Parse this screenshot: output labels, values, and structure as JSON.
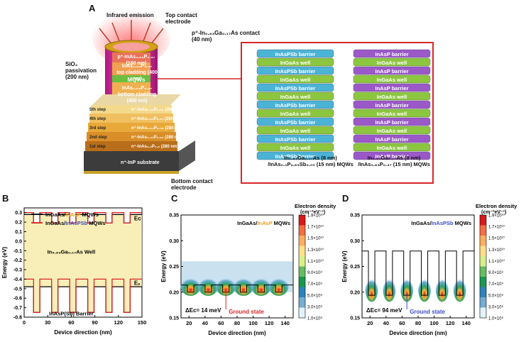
{
  "panel_labels": {
    "a": "A",
    "b": "B",
    "c": "C",
    "d": "D"
  },
  "panel_a": {
    "infrared": "Infrared emission",
    "top_contact": "Top contact electrode",
    "contact_layer": "p⁺-In₀.₈₃Ga₀.₁₇As contact (40 nm)",
    "p_layer_name": "p⁺-InAs₀.₆₃P₀.₃₇",
    "p_layer_thk": "(160 nm)",
    "top_clad_name": "InAs₀.₆₃P₀.₃₇",
    "top_clad_desc": "top cladding (400 nm)",
    "mqws": "MQWs",
    "bot_clad_name": "InAs₀.₆₃P₀.₃₇",
    "bot_clad_desc": "bottom cladding (400 nm)",
    "sio2": "SiO₂ passivation (200 nm)",
    "steps": [
      "5th step",
      "4th step",
      "3rd step",
      "2nd step",
      "1st step"
    ],
    "step_layers": [
      "n⁺-InAs₀.₆₆P₀.₃₄ (280 nm)",
      "n⁺-InAs₀.₆₃P₀.₃₇ (280 nm)",
      "n⁺-InAs₀.₅₄P₀.₄₆ (280 nm)",
      "n⁺-InAs₀.₄₀P₀.₆₀ (280 nm)",
      "n⁺-InAs₀.₂P₀.₈ (280 nm)"
    ],
    "substrate": "n⁺-InP substrate",
    "bottom_contact": "Bottom contact electrode",
    "stack1": {
      "rows": [
        "InAsPSb barrier",
        "InGaAs well",
        "InAsPSb barrier",
        "InGaAs well",
        "InAsPSb barrier",
        "InGaAs well",
        "InAsPSb barrier",
        "InGaAs well",
        "InAsPSb barrier",
        "InGaAs well",
        "InAsPSb barrier",
        "InGaAs well",
        "InAsPSb barrier"
      ],
      "caption1": "In₀.₈₃Ga₀.₁₇As (8 nm)",
      "caption2": "/InAs₀.₃P₀.₆₅Sb₀.₀₅ (15 nm) MQWs"
    },
    "stack2": {
      "rows": [
        "InAsP barrier",
        "InGaAs well",
        "InAsP barrier",
        "InGaAs well",
        "InAsP barrier",
        "InGaAs well",
        "InAsP barrier",
        "InGaAs well",
        "InAsP barrier",
        "InGaAs well",
        "InAsP barrier",
        "InGaAs well",
        "InAsP barrier"
      ],
      "caption1": "In₀.₈₃Ga₀.₁₇As (8 nm)",
      "caption2": "/InAs₀.₆₃P₀.₃₇ (15 nm) MQWs"
    },
    "colors": {
      "stack1": "#4bb3d6",
      "stack2": "#9b59c8",
      "well": "#8cc63f"
    }
  },
  "chart_data": [
    {
      "type": "line",
      "panel": "B",
      "xlabel": "Device direction (nm)",
      "ylabel": "Energy (eV)",
      "xlim": [
        0,
        150
      ],
      "ylim": [
        -0.8,
        0.35
      ],
      "xticks": [
        0,
        30,
        60,
        90,
        120,
        150
      ],
      "yticks": [
        0.3,
        0.2,
        0.1,
        0.0,
        -0.1,
        -0.2,
        -0.3,
        -0.4,
        -0.5,
        -0.6,
        -0.7,
        -0.8
      ],
      "ytick_labels": [
        "0.3",
        "0.2",
        "0.1",
        "0.0",
        "-0.1",
        "-0.2",
        "-0.3",
        "-0.4",
        "-0.5",
        "-0.6",
        "-0.7",
        "-0.8"
      ],
      "legend": [
        {
          "text_parts": [
            "InGaAs/",
            "InAsP",
            " MQWs"
          ],
          "color": "#000000",
          "accent": "#f39c12"
        },
        {
          "text_parts": [
            "InGaAs/",
            "InAsPSb",
            " MQWs"
          ],
          "color": "#d62728",
          "accent": "#3b4cc0"
        }
      ],
      "well_label": "In₀.₈₃Ga₀.₁₇As Well",
      "barrier_label": "InAsP(Sb) Barrier",
      "ec_label": "Eᴄ",
      "ev_label": "Eᵥ",
      "barrier_width_nm": 15,
      "well_width_nm": 8,
      "num_wells": 6,
      "start_nm": 12,
      "series": [
        {
          "name": "InGaAs/InAsP MQWs",
          "color": "#000000",
          "ec_barrier": 0.28,
          "ec_well": 0.19,
          "ev_barrier": -0.48,
          "ev_well": -0.75
        },
        {
          "name": "InGaAs/InAsPSb MQWs",
          "color": "#d62728",
          "ec_barrier": 0.3,
          "ec_well": 0.19,
          "ev_barrier": -0.4,
          "ev_well": -0.75
        }
      ]
    },
    {
      "type": "heatmap",
      "panel": "C",
      "title_parts": [
        "InGaAs/",
        "InAsP",
        " MQWs"
      ],
      "title_accent": "#f39c12",
      "xlabel": "Device direction (nm)",
      "ylabel": "Energy (eV)",
      "xlim": [
        10,
        150
      ],
      "ylim": [
        0.15,
        0.35
      ],
      "xticks": [
        20,
        40,
        60,
        80,
        100,
        120,
        140
      ],
      "yticks": [
        0.15,
        0.2,
        0.25,
        0.3,
        0.35
      ],
      "ytick_labels": [
        "0.15",
        "0.20",
        "0.25",
        "0.30",
        "0.35"
      ],
      "delta_ec": "ΔEᴄ= 14 meV",
      "ground_state": "Ground state",
      "ground_color": "#d62728",
      "well_centers_nm": [
        22,
        44,
        66,
        88,
        110,
        132
      ],
      "ec_barrier": 0.214,
      "ec_well": 0.2
    },
    {
      "type": "heatmap",
      "panel": "D",
      "title_parts": [
        "InGaAs/",
        "InAsPSb",
        " MQWs"
      ],
      "title_accent": "#3b4cc0",
      "xlabel": "Device direction (nm)",
      "ylabel": "Energy (eV)",
      "xlim": [
        10,
        150
      ],
      "ylim": [
        0.15,
        0.35
      ],
      "xticks": [
        20,
        40,
        60,
        80,
        100,
        120,
        140
      ],
      "yticks": [
        0.15,
        0.2,
        0.25,
        0.3,
        0.35
      ],
      "ytick_labels": [
        "0.15",
        "0.20",
        "0.25",
        "0.30",
        "0.35"
      ],
      "delta_ec": "ΔEᴄ= 94 meV",
      "ground_state": "Ground state",
      "ground_color": "#3b4cc0",
      "well_centers_nm": [
        22,
        44,
        66,
        88,
        110,
        132
      ],
      "ec_barrier": 0.28,
      "ec_well": 0.194
    }
  ],
  "colorbar": {
    "title": "Electron density",
    "unit": "(cm⁻³eV⁻¹)",
    "labels": [
      "1.9×10¹⁰",
      "1.7×10¹⁰",
      "1.5×10¹⁰",
      "1.3×10¹⁰",
      "1.1×10¹⁰",
      "9.0×10⁹",
      "7.0×10⁹",
      "5.0×10⁹",
      "3.0×10⁹",
      "1.0×10⁹"
    ]
  }
}
